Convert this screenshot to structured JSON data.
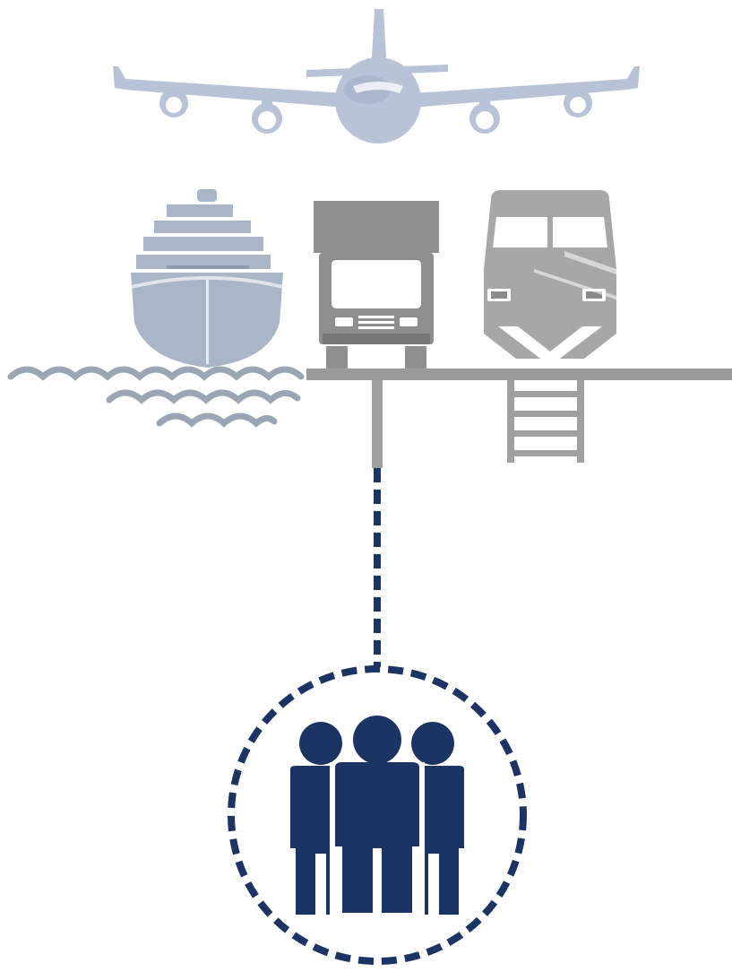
{
  "diagram": {
    "colors": {
      "background": "#ffffff",
      "airplane": "#b8c3d8",
      "airplane_shade": "#9aa8c2",
      "ship": "#a9b6c7",
      "ship_shade": "#8c9aae",
      "water": "#9aa6b6",
      "truck": "#8f8f8f",
      "truck_shade": "#777777",
      "train": "#a7a7a7",
      "train_shade": "#8a8a8a",
      "ground_line": "#9a9a9a",
      "rail_connector": "#a0a0a0",
      "dashed_connector": "#1b3464",
      "people": "#1b3464"
    },
    "icons": [
      {
        "id": "airplane",
        "icon": "airplane-icon"
      },
      {
        "id": "ship",
        "icon": "cargo-ship-icon"
      },
      {
        "id": "truck",
        "icon": "truck-icon"
      },
      {
        "id": "train",
        "icon": "locomotive-icon"
      },
      {
        "id": "people",
        "icon": "people-group-icon"
      }
    ]
  }
}
